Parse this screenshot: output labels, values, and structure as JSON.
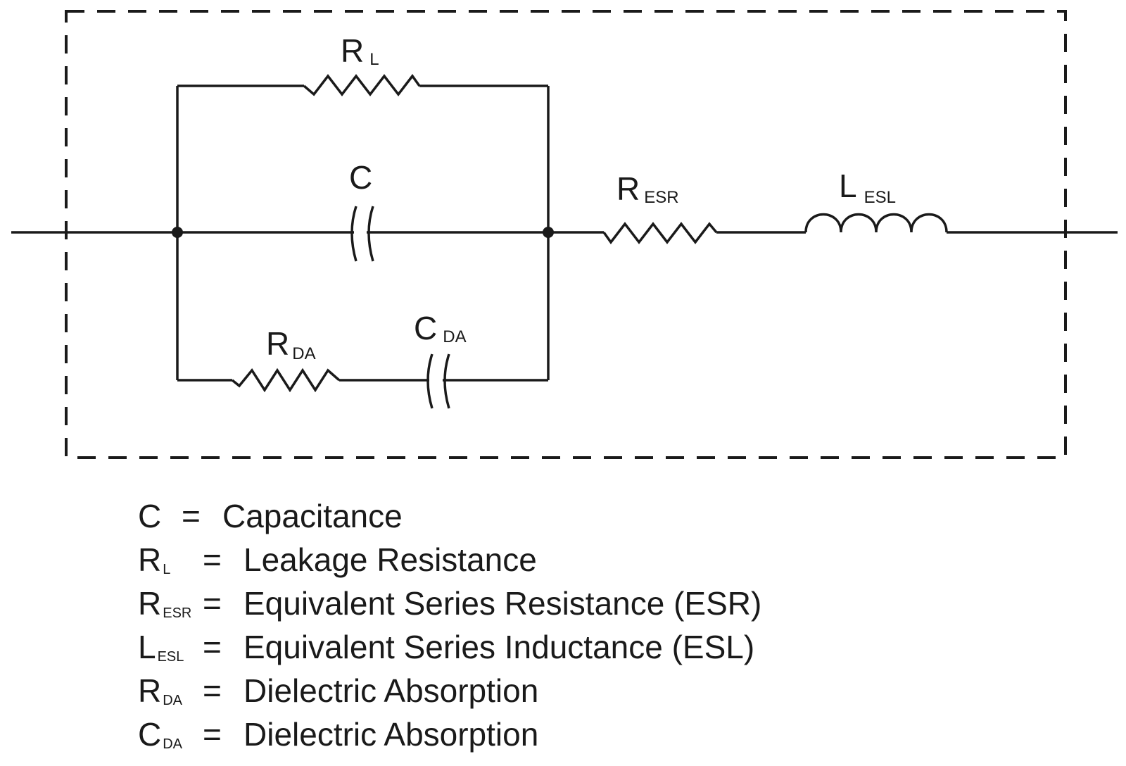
{
  "components": {
    "leakage_resistor": {
      "symbol": "R",
      "subscript": "L"
    },
    "capacitor": {
      "symbol": "C",
      "subscript": ""
    },
    "esr_resistor": {
      "symbol": "R",
      "subscript": "ESR"
    },
    "esl_inductor": {
      "symbol": "L",
      "subscript": "ESL"
    },
    "da_resistor": {
      "symbol": "R",
      "subscript": "DA"
    },
    "da_capacitor": {
      "symbol": "C",
      "subscript": "DA"
    }
  },
  "legend": [
    {
      "symbol": "C",
      "subscript": "",
      "equals": "=",
      "description": "Capacitance"
    },
    {
      "symbol": "R",
      "subscript": "L",
      "equals": "=",
      "description": "Leakage Resistance"
    },
    {
      "symbol": "R",
      "subscript": "ESR",
      "equals": "=",
      "description": "Equivalent Series Resistance (ESR)"
    },
    {
      "symbol": "L",
      "subscript": "ESL",
      "equals": "=",
      "description": "Equivalent Series Inductance (ESL)"
    },
    {
      "symbol": "R",
      "subscript": "DA",
      "equals": "=",
      "description": "Dielectric Absorption"
    },
    {
      "symbol": "C",
      "subscript": "DA",
      "equals": "=",
      "description": "Dielectric Absorption"
    }
  ]
}
